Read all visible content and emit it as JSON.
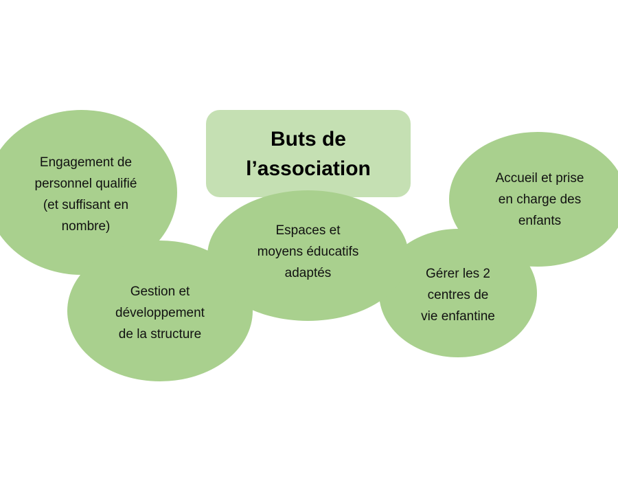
{
  "diagram": {
    "colors": {
      "bubble_fill": "#a9d08e",
      "title_fill": "#c5e0b3",
      "text": "#111111"
    },
    "title": "Buts de\nl’association",
    "nodes": {
      "engagement": "Engagement de\npersonnel qualifié\n(et suffisant en\nnombre)",
      "gestion": "Gestion et\ndéveloppement\nde la structure",
      "espaces": "Espaces et\nmoyens éducatifs\nadaptés",
      "accueil": "Accueil et prise\nen charge des\nenfants",
      "gerer": "Gérer les 2\ncentres de\nvie enfantine"
    }
  }
}
